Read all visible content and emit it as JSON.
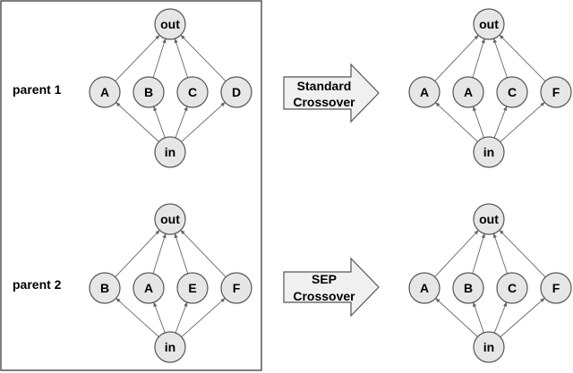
{
  "labels": {
    "parent1": "parent 1",
    "parent2": "parent 2"
  },
  "node_names": {
    "out": "out",
    "in": "in"
  },
  "networks": {
    "parent1": [
      "A",
      "B",
      "C",
      "D"
    ],
    "parent2": [
      "B",
      "A",
      "E",
      "F"
    ],
    "standard_child": [
      "A",
      "A",
      "C",
      "F"
    ],
    "sep_child": [
      "A",
      "B",
      "C",
      "F"
    ]
  },
  "arrows": {
    "standard": [
      "Standard",
      "Crossover"
    ],
    "sep": [
      "SEP",
      "Crossover"
    ]
  },
  "colors": {
    "node_fill": "#e6e6e6",
    "node_stroke": "#555555",
    "arrow_fill": "#f0f0f0",
    "edge": "#666666"
  }
}
